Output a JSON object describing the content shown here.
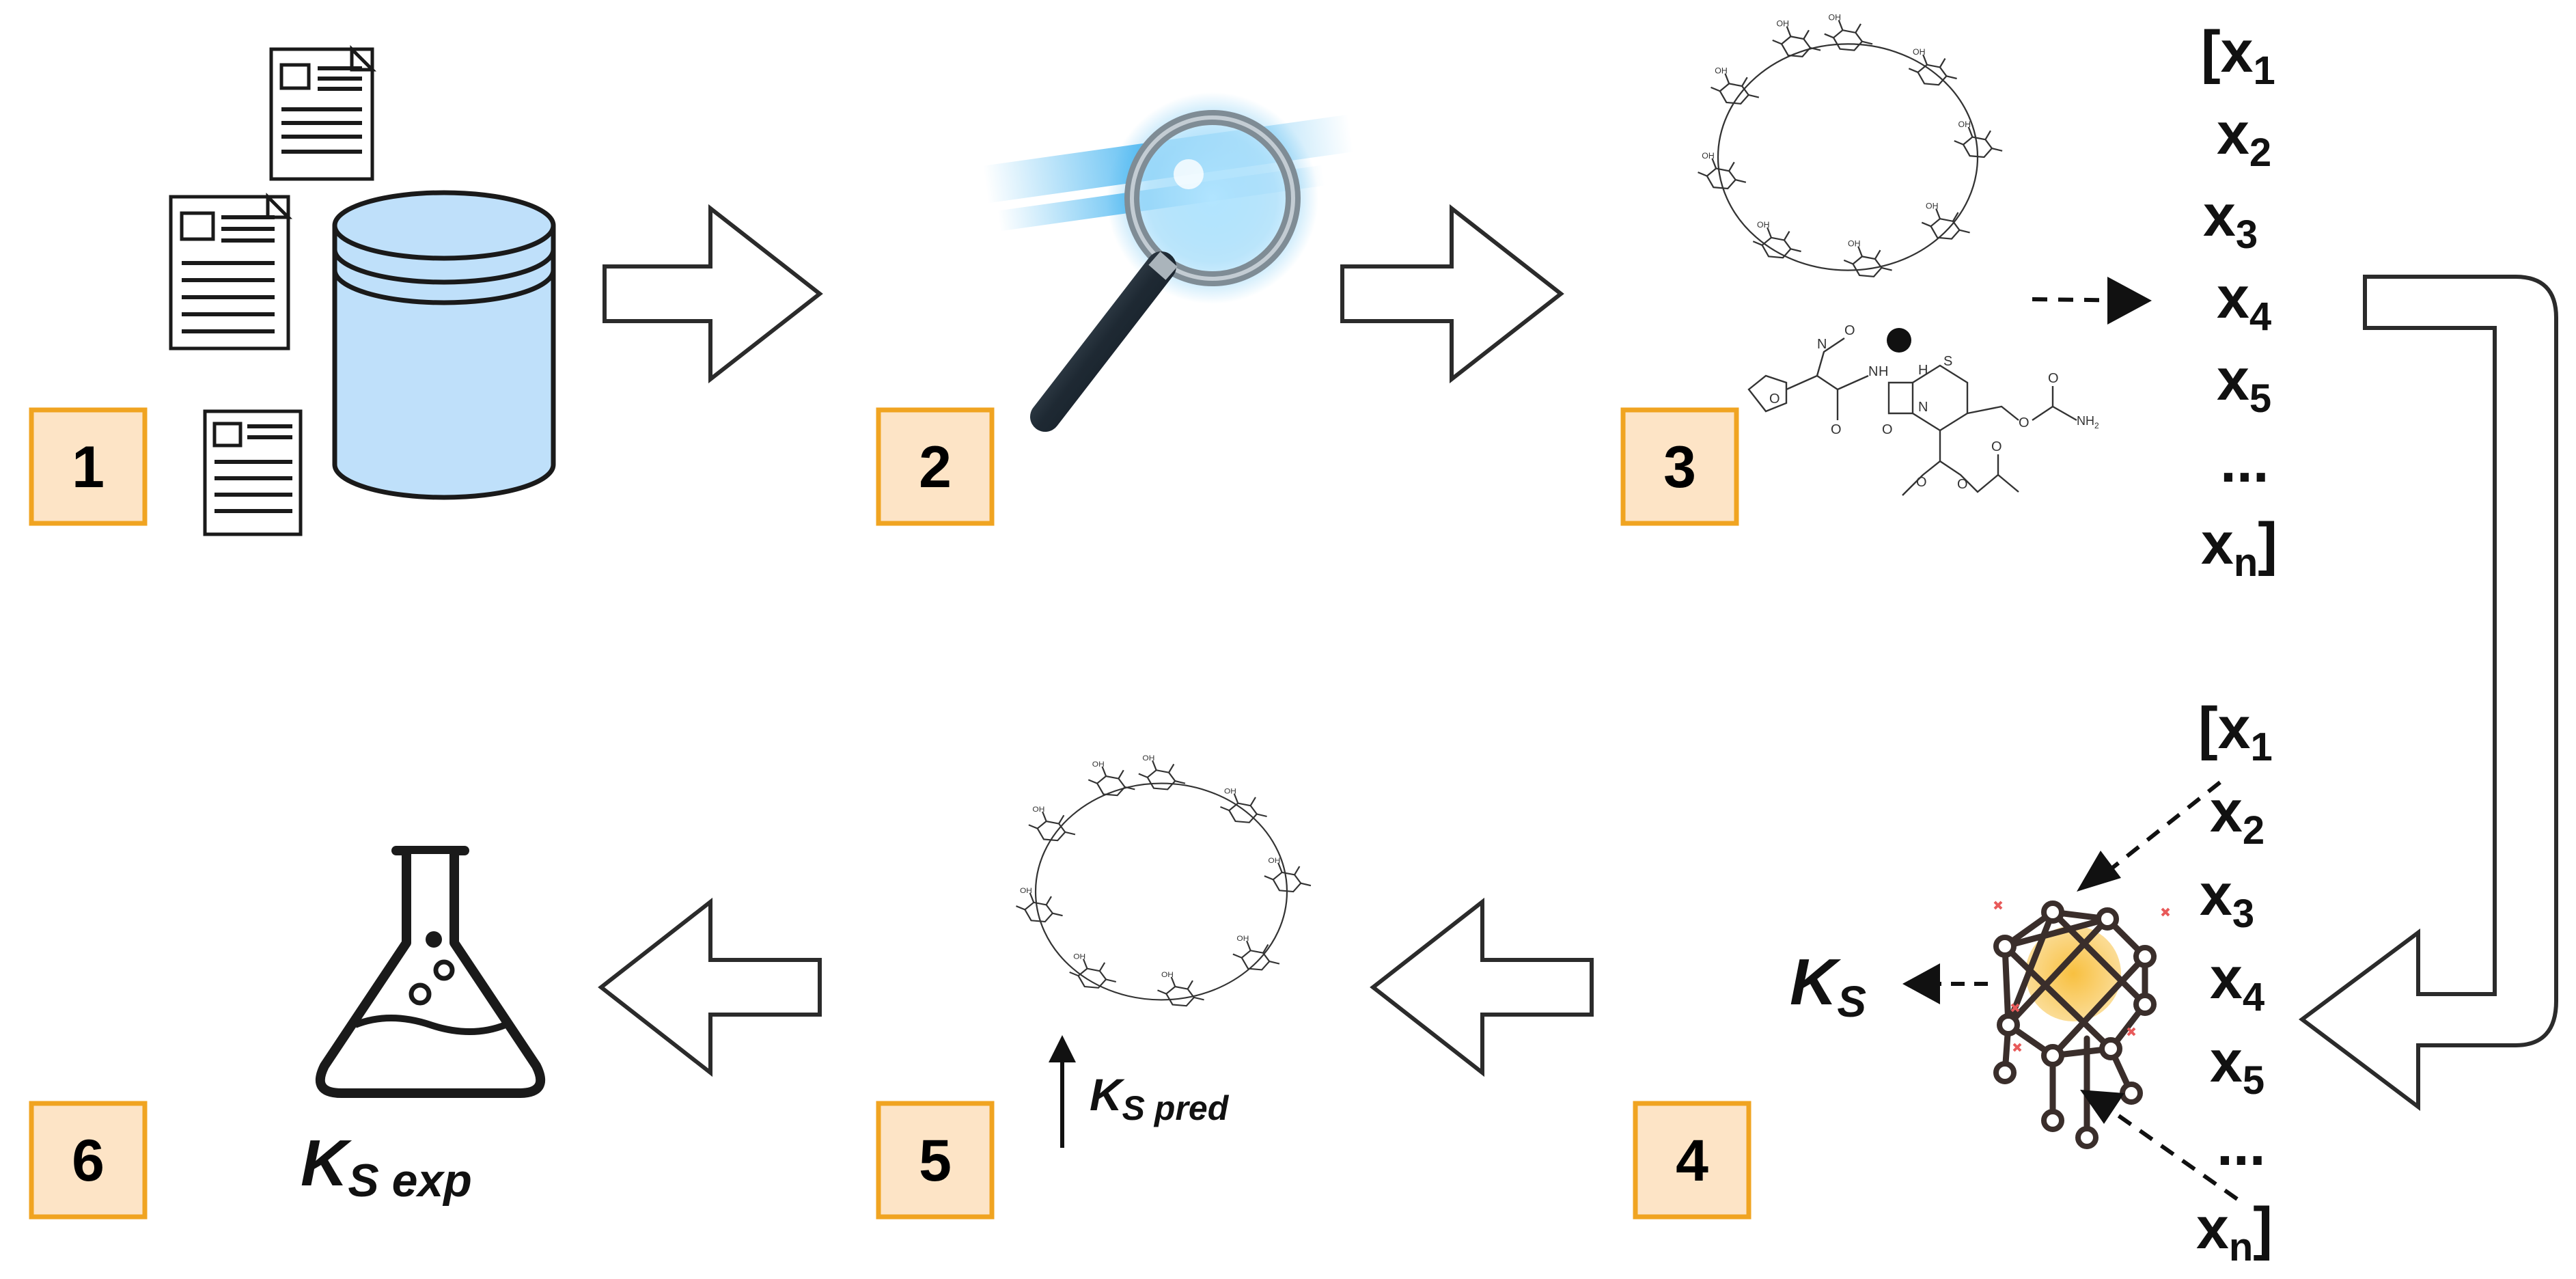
{
  "steps": [
    {
      "label": "1"
    },
    {
      "label": "2"
    },
    {
      "label": "3"
    },
    {
      "label": "4"
    },
    {
      "label": "5"
    },
    {
      "label": "6"
    }
  ],
  "vector_top": [
    {
      "base": "[x",
      "sub": "1",
      "tail": ""
    },
    {
      "base": "x",
      "sub": "2",
      "tail": ""
    },
    {
      "base": "x",
      "sub": "3",
      "tail": ""
    },
    {
      "base": "x",
      "sub": "4",
      "tail": ""
    },
    {
      "base": "x",
      "sub": "5",
      "tail": ""
    },
    {
      "base": "...",
      "sub": "",
      "tail": ""
    },
    {
      "base": "x",
      "sub": "n",
      "tail": "]"
    }
  ],
  "vector_bottom": [
    {
      "base": "[x",
      "sub": "1",
      "tail": ""
    },
    {
      "base": "x",
      "sub": "2",
      "tail": ""
    },
    {
      "base": "x",
      "sub": "3",
      "tail": ""
    },
    {
      "base": "x",
      "sub": "4",
      "tail": ""
    },
    {
      "base": "x",
      "sub": "5",
      "tail": ""
    },
    {
      "base": "...",
      "sub": "",
      "tail": ""
    },
    {
      "base": "x",
      "sub": "n",
      "tail": "]"
    }
  ],
  "labels": {
    "ks_main": "K",
    "ks_main_sub": "S",
    "ks_pred": "K",
    "ks_pred_sub": "S pred",
    "ks_exp": "K",
    "ks_exp_sub": "S exp"
  },
  "molecule_labels": {
    "nh2": "NH",
    "nh2_sub": "2",
    "n": "N",
    "s": "S",
    "o": "O",
    "h": "H"
  },
  "colors": {
    "box_fill": "#fde4c6",
    "box_stroke": "#f0a421",
    "db_fill": "#bfe0fa",
    "glow": "#4fb8f5",
    "node": "#3a2e2b",
    "core": "#f5b93a"
  }
}
